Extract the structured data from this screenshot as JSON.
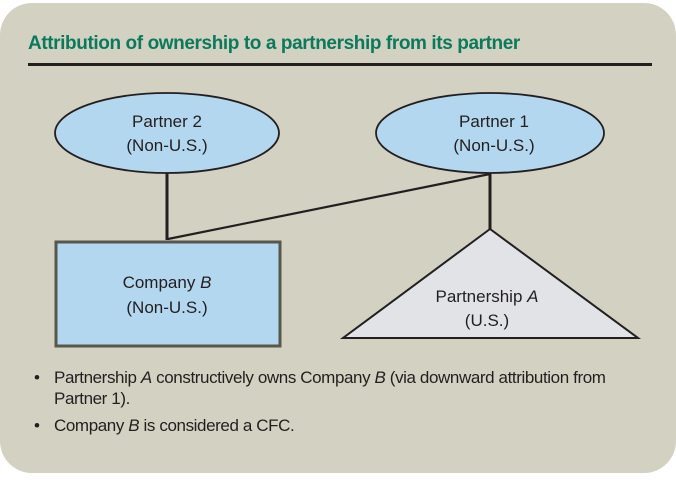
{
  "title": "Attribution of ownership to a partnership from its partner",
  "colors": {
    "panel_background": "#d3d1c2",
    "title_color": "#0b7a5c",
    "entity_fill_blue": "#b3d7ee",
    "partnership_fill": "#e1e3e6",
    "line_color": "#231f20",
    "rect_border": "#57574a"
  },
  "nodes": {
    "partner2": {
      "shape": "ellipse",
      "line1": "Partner 2",
      "line2": "(Non-U.S.)"
    },
    "partner1": {
      "shape": "ellipse",
      "line1": "Partner 1",
      "line2": "(Non-U.S.)"
    },
    "company_b": {
      "shape": "rectangle",
      "line1_prefix": "Company ",
      "line1_italic": "B",
      "line2": "(Non-U.S.)"
    },
    "partnership_a": {
      "shape": "triangle",
      "line1_prefix": "Partnership ",
      "line1_italic": "A",
      "line2": "(U.S.)"
    }
  },
  "edges": [
    {
      "from": "Partner 2",
      "to": "Company B"
    },
    {
      "from": "Partner 1",
      "to": "Company B"
    },
    {
      "from": "Partner 1",
      "to": "Partnership A"
    }
  ],
  "notes": [
    {
      "parts": [
        {
          "text": "Partnership ",
          "italic": false
        },
        {
          "text": "A",
          "italic": true
        },
        {
          "text": " constructively owns Company ",
          "italic": false
        },
        {
          "text": "B",
          "italic": true
        },
        {
          "text": " (via downward attribution from Partner 1).",
          "italic": false
        }
      ]
    },
    {
      "parts": [
        {
          "text": "Company ",
          "italic": false
        },
        {
          "text": "B",
          "italic": true
        },
        {
          "text": " is considered a CFC.",
          "italic": false
        }
      ]
    }
  ]
}
